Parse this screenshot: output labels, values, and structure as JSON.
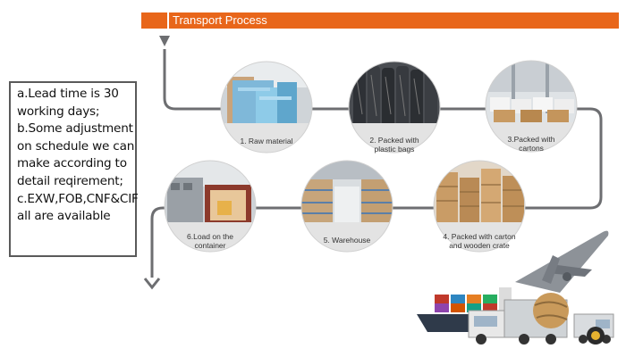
{
  "header": {
    "title": "Transport Process"
  },
  "notes": [
    "a.Lead time is 30",
    "working days;",
    "b.Some adjustment",
    "on schedule we can",
    "make according to",
    "detail reqirement;",
    "c.EXW,FOB,CNF&CIF",
    "all are available"
  ],
  "steps": [
    {
      "line1": "1. Raw material",
      "line2": ""
    },
    {
      "line1": "2. Packed with",
      "line2": "plastic bags"
    },
    {
      "line1": "3.Packed with",
      "line2": "cartons"
    },
    {
      "line1": "4. Packed with carton",
      "line2": "and wooden crate"
    },
    {
      "line1": "5. Warehouse",
      "line2": ""
    },
    {
      "line1": "6.Load on the",
      "line2": "container"
    }
  ],
  "colors": {
    "accent": "#e8661a",
    "flow_line": "#6d6e71",
    "label_band": "#e3e3e3"
  }
}
